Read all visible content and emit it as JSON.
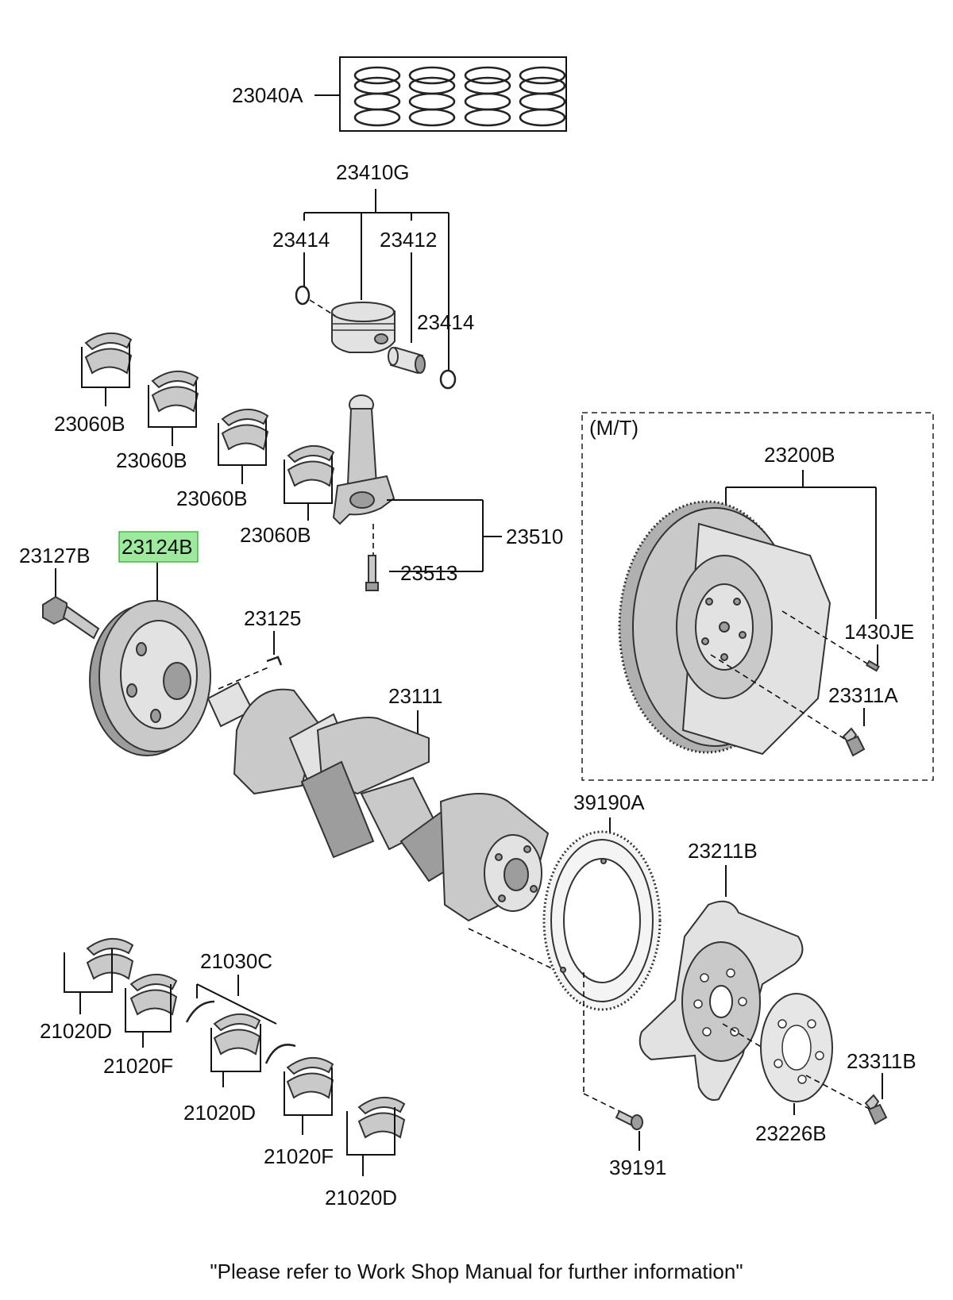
{
  "labels": {
    "piston_ring_set": "23040A",
    "piston_assy": "23410G",
    "snap_ring_left": "23414",
    "piston_pin": "23412",
    "snap_ring_right": "23414",
    "bearing_upper_1": "23060B",
    "bearing_upper_2": "23060B",
    "bearing_upper_3": "23060B",
    "bearing_upper_4": "23060B",
    "connecting_rod": "23510",
    "rod_bolt": "23513",
    "pulley_bolt": "23127B",
    "damper_pulley": "23124B",
    "key": "23125",
    "crankshaft": "23111",
    "mt_box": "(M/T)",
    "flywheel_assy": "23200B",
    "dowel_pin": "1430JE",
    "flywheel_bolt": "23311A",
    "target_wheel": "39190A",
    "drive_plate": "23211B",
    "main_bearing_1": "21020D",
    "main_bearing_2": "21020F",
    "thrust_washer": "21030C",
    "main_bearing_3": "21020D",
    "main_bearing_4": "21020F",
    "main_bearing_5": "21020D",
    "target_wheel_screw": "39191",
    "adapter_plate": "23226B",
    "drive_plate_bolt": "23311B"
  },
  "highlighted_part": "23124B",
  "highlight_color": "#9de99d",
  "footer": "\"Please refer to Work Shop Manual for further information\""
}
